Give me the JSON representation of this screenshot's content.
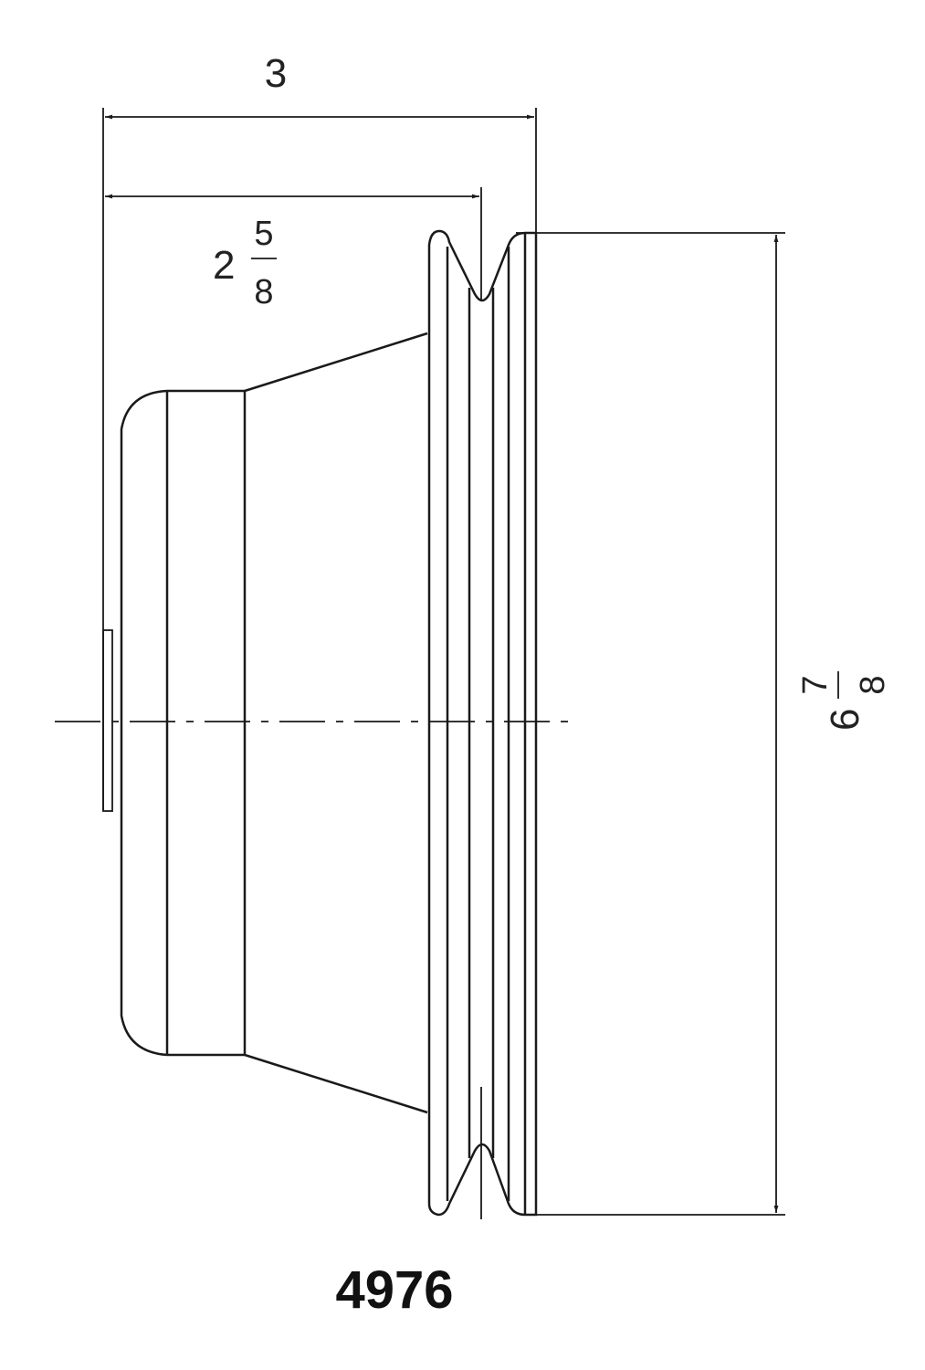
{
  "drawing": {
    "part_number": "4976",
    "dimensions": {
      "overall_width": {
        "text": "3"
      },
      "groove_width": {
        "whole": "2",
        "numerator": "5",
        "denominator": "8"
      },
      "diameter": {
        "whole": "6",
        "numerator": "7",
        "denominator": "8"
      }
    },
    "line_color": "#1a1a1a"
  }
}
